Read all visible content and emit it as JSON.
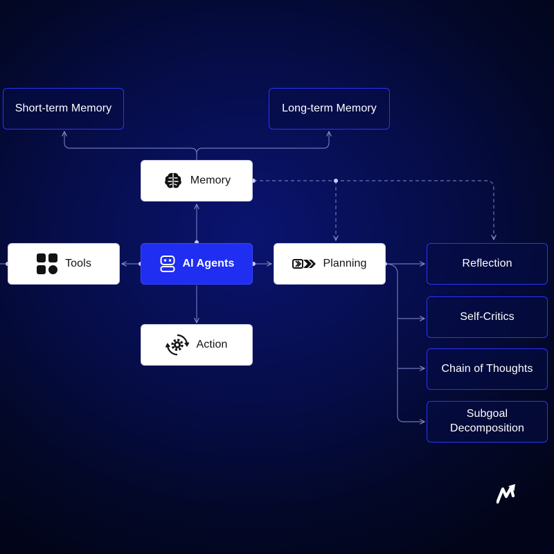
{
  "nodes": {
    "short_term_memory": "Short-term Memory",
    "long_term_memory": "Long-term Memory",
    "memory": "Memory",
    "tools": "Tools",
    "ai_agents": "AI Agents",
    "planning": "Planning",
    "action": "Action",
    "reflection": "Reflection",
    "self_critics": "Self-Critics",
    "chain_of_thoughts": "Chain of Thoughts",
    "subgoal_decomposition": "Subgoal\nDecomposition"
  },
  "colors": {
    "background": "#060d4a",
    "accent": "#1f2ef0",
    "outline_border": "#2a34ff",
    "connector": "#8b90c8"
  },
  "icons": {
    "memory": "brain-icon",
    "tools": "grid-shapes-icon",
    "ai_agents": "robot-icon",
    "planning": "chevrons-icon",
    "action": "gear-cycle-icon",
    "brand": "brand-logo-icon"
  }
}
